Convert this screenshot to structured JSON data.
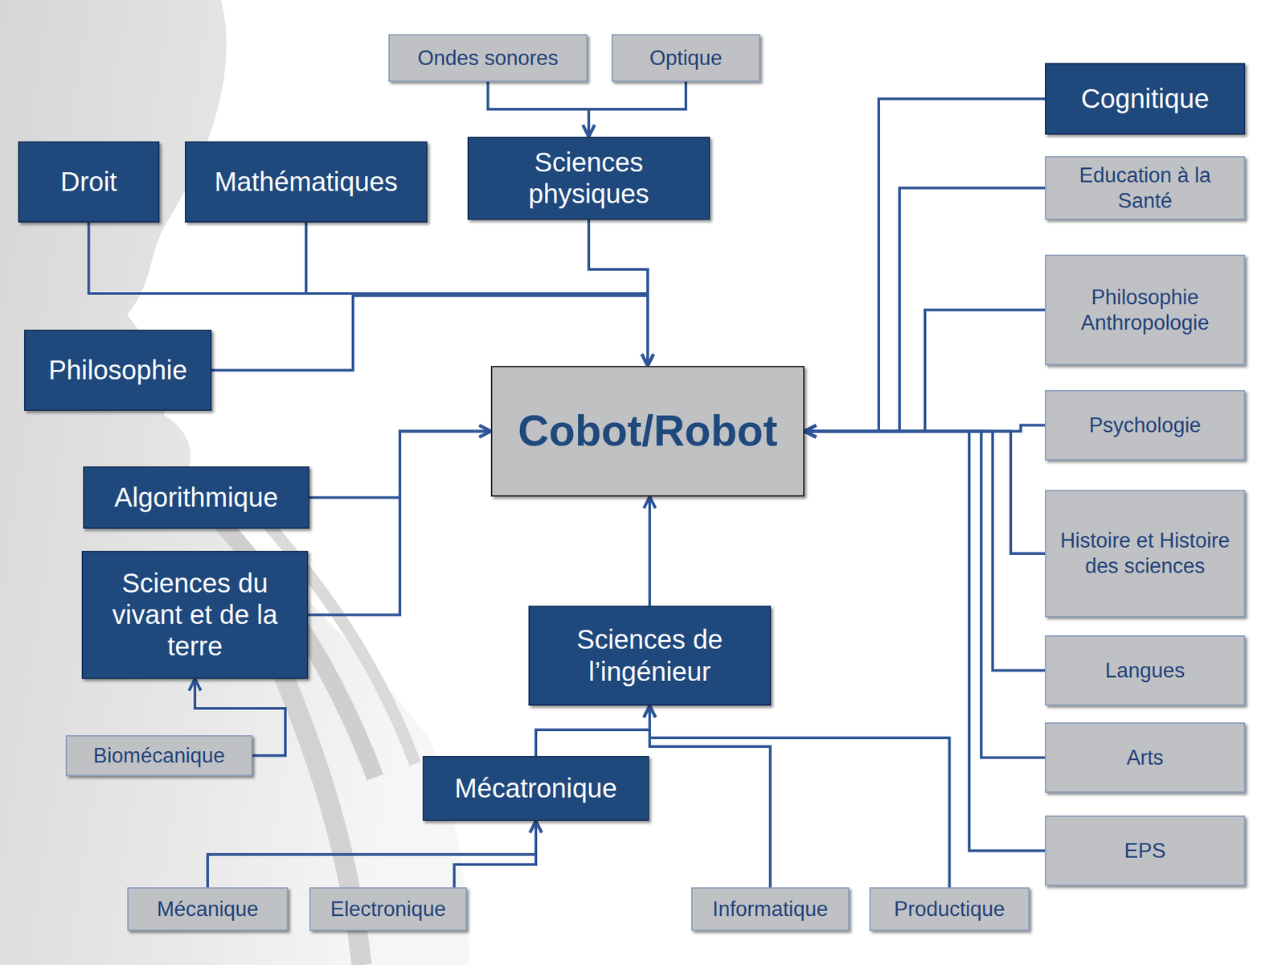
{
  "diagram": {
    "nodes": [
      {
        "text": [
          "Ondes sonores"
        ]
      },
      {
        "text": [
          "Optique"
        ]
      },
      {
        "text": [
          "Cognitique"
        ]
      },
      {
        "text": [
          "Droit"
        ]
      },
      {
        "text": [
          "Mathématiques"
        ]
      },
      {
        "text": [
          "Sciences physiques"
        ]
      },
      {
        "text": [
          "Education à la Santé"
        ]
      },
      {
        "text": [
          "Philosophie Anthropologie"
        ]
      },
      {
        "text": [
          "Philosophie"
        ]
      },
      {
        "text": [
          "Cobot/Robot"
        ]
      },
      {
        "text": [
          "Psychologie"
        ]
      },
      {
        "text": [
          "Algorithmique"
        ]
      },
      {
        "text": [
          "Histoire et Histoire des sciences"
        ]
      },
      {
        "text": [
          "Sciences du vivant et de la terre"
        ]
      },
      {
        "text": [
          "Sciences de l’ingénieur"
        ]
      },
      {
        "text": [
          "Langues"
        ]
      },
      {
        "text": [
          "Biomécanique"
        ]
      },
      {
        "text": [
          "Arts"
        ]
      },
      {
        "text": [
          "Mécatronique"
        ]
      },
      {
        "text": [
          "EPS"
        ]
      },
      {
        "text": [
          "Mécanique"
        ]
      },
      {
        "text": [
          "Electronique"
        ]
      },
      {
        "text": [
          "Informatique"
        ]
      },
      {
        "text": [
          "Productique"
        ]
      }
    ],
    "edges": [
      {
        "from": 0,
        "to": 5,
        "arrow": "to"
      },
      {
        "from": 1,
        "to": 5,
        "arrow": "to"
      },
      {
        "from": 3,
        "to": 9,
        "arrow": "to"
      },
      {
        "from": 4,
        "to": 9,
        "arrow": "to"
      },
      {
        "from": 5,
        "to": 9,
        "arrow": "to"
      },
      {
        "from": 8,
        "to": 9,
        "arrow": "to"
      },
      {
        "from": 11,
        "to": 9,
        "arrow": "to"
      },
      {
        "from": 13,
        "to": 9,
        "arrow": "to"
      },
      {
        "from": 16,
        "to": 13,
        "arrow": "to"
      },
      {
        "from": 14,
        "to": 9,
        "arrow": "to"
      },
      {
        "from": 18,
        "to": 14,
        "arrow": "to"
      },
      {
        "from": 22,
        "to": 14,
        "arrow": "to"
      },
      {
        "from": 23,
        "to": 14,
        "arrow": "to"
      },
      {
        "from": 20,
        "to": 18,
        "arrow": "to"
      },
      {
        "from": 21,
        "to": 18,
        "arrow": "to"
      },
      {
        "from": 2,
        "to": 9,
        "arrow": "to"
      },
      {
        "from": 6,
        "to": 9,
        "arrow": "to"
      },
      {
        "from": 7,
        "to": 9,
        "arrow": "to"
      },
      {
        "from": 10,
        "to": 9,
        "arrow": "to"
      },
      {
        "from": 12,
        "to": 9,
        "arrow": "to"
      },
      {
        "from": 15,
        "to": 9,
        "arrow": "to"
      },
      {
        "from": 17,
        "to": 9,
        "arrow": "to"
      },
      {
        "from": 19,
        "to": 9,
        "arrow": "to"
      }
    ]
  }
}
